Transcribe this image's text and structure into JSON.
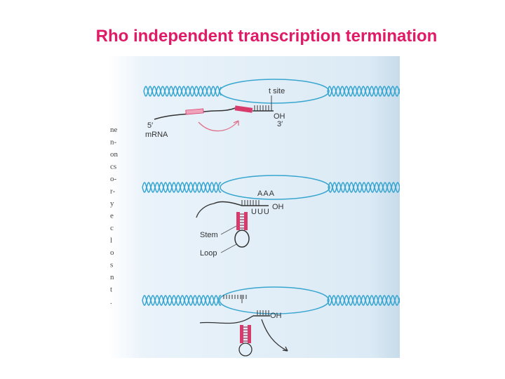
{
  "title": "Rho independent transcription termination",
  "colors": {
    "title": "#e01a66",
    "dna": "#39a6d0",
    "hairpin": "#d83a6c",
    "hairpin_light": "#f0a4bc",
    "arrow": "#e0708a",
    "page_tint": "#dfeef8",
    "page_gradient_end": "#c7dbea",
    "text": "#333333"
  },
  "panel1": {
    "t_site": "t site",
    "five_prime": "5′",
    "mrna": "mRNA",
    "oh": "OH",
    "three_prime": "3′"
  },
  "panel2": {
    "aaa": "AAA",
    "uuu": "UUU",
    "oh": "OH",
    "stem": "Stem",
    "loop": "Loop"
  },
  "panel3": {
    "oh": "OH"
  },
  "margin_text": [
    "ne",
    "n-",
    "on",
    "cs",
    "o-",
    "r-",
    "y",
    "e",
    "c",
    "l",
    "o",
    "s",
    "n",
    "t",
    "."
  ]
}
